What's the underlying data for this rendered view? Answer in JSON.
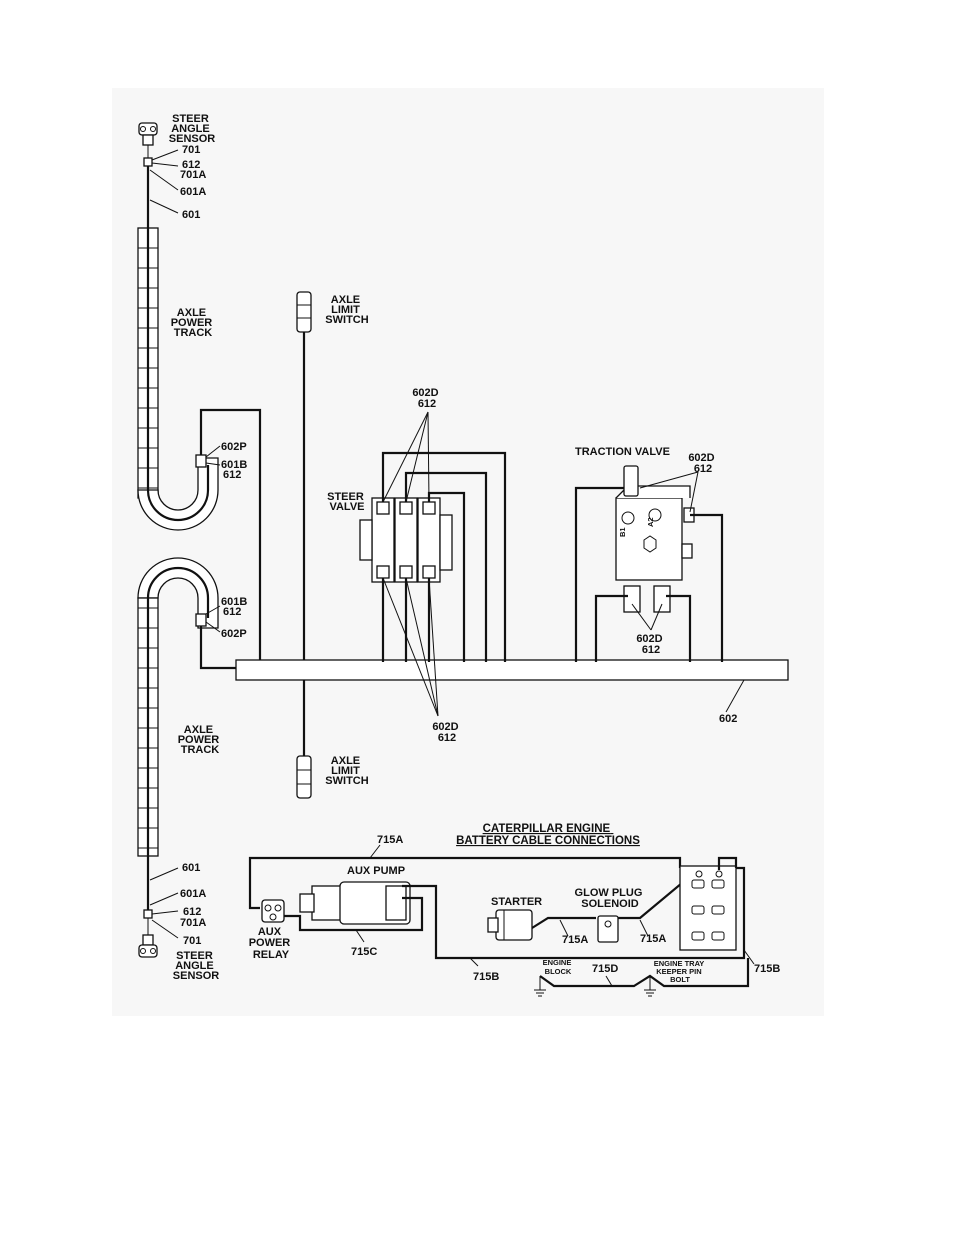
{
  "labels": {
    "steer_angle_sensor_top": [
      "STEER",
      "ANGLE",
      "SENSOR"
    ],
    "w701_top": "701",
    "w612_top": "612",
    "w701a_top": "701A",
    "w601a_top": "601A",
    "w601_top": "601",
    "axle_power_track_top": [
      "AXLE",
      "POWER",
      "TRACK"
    ],
    "axle_limit_switch_top": [
      "AXLE",
      "LIMIT",
      "SWITCH"
    ],
    "w602p_upper": "602P",
    "w601b_upper": "601B",
    "w612_upper": "612",
    "w601b_lower": "601B",
    "w612_lower": "612",
    "w602p_lower": "602P",
    "steer_valve_callout_top": [
      "602D",
      "612"
    ],
    "steer_valve": [
      "STEER",
      "VALVE"
    ],
    "steer_valve_callout_bottom": [
      "602D",
      "612"
    ],
    "traction_valve": "TRACTION VALVE",
    "traction_callout_top": [
      "602D",
      "612"
    ],
    "traction_callout_bottom": [
      "602D",
      "612"
    ],
    "harness_602": "602",
    "axle_power_track_bottom": [
      "AXLE",
      "POWER",
      "TRACK"
    ],
    "axle_limit_switch_bottom": [
      "AXLE",
      "LIMIT",
      "SWITCH"
    ],
    "w601_bottom": "601",
    "w601a_bottom": "601A",
    "w612_bottom": "612",
    "w701a_bottom": "701A",
    "w701_bottom": "701",
    "steer_angle_sensor_bottom": [
      "STEER",
      "ANGLE",
      "SENSOR"
    ],
    "cat_title": [
      "CATERPILLAR ENGINE",
      "BATTERY CABLE CONNECTIONS"
    ],
    "w715a_top": "715A",
    "aux_pump": "AUX PUMP",
    "aux_power_relay": [
      "AUX",
      "POWER",
      "RELAY"
    ],
    "w715c": "715C",
    "starter": "STARTER",
    "glow_plug_solenoid": [
      "GLOW PLUG",
      "SOLENOID"
    ],
    "w715a_left": "715A",
    "w715a_right": "715A",
    "w715b_left": "715B",
    "w715b_right": "715B",
    "w715d": "715D",
    "engine_block": [
      "ENGINE",
      "BLOCK"
    ],
    "engine_tray": [
      "ENGINE TRAY",
      "KEEPER PIN",
      "BOLT"
    ],
    "valve_port_b1": "B1",
    "valve_port_a2": "A2"
  }
}
